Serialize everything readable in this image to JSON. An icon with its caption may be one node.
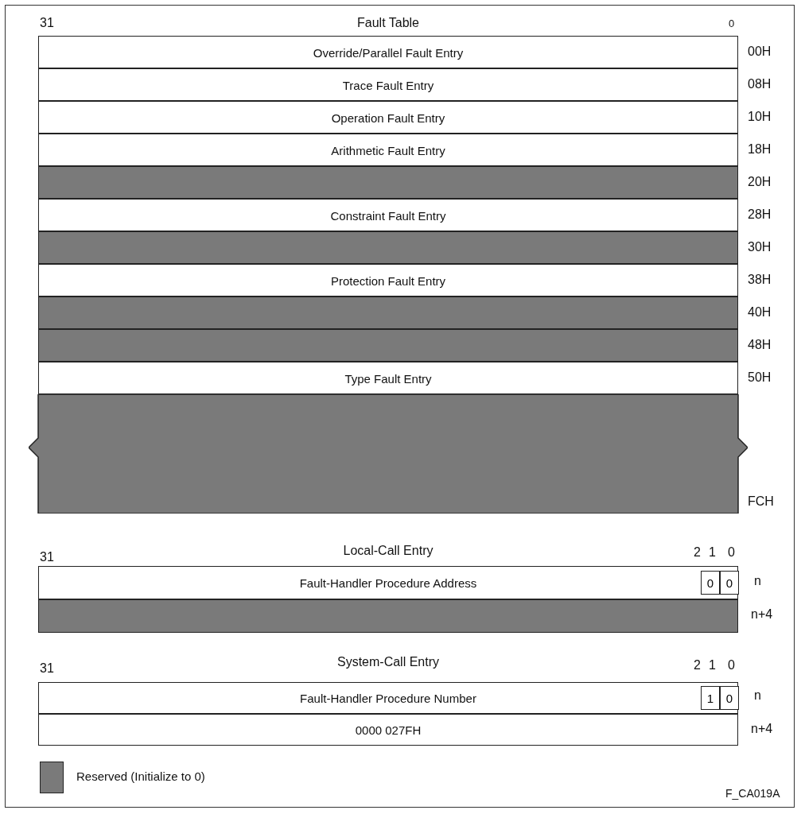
{
  "diagram": {
    "nodes": [
      {
        "text": [
          "Override/Parallel Fault Entry"
        ],
        "beside": [
          "00H"
        ]
      },
      {
        "text": [
          "Trace Fault Entry"
        ],
        "beside": [
          "08H"
        ]
      },
      {
        "text": [
          "Operation Fault Entry"
        ],
        "beside": [
          "10H"
        ]
      },
      {
        "text": [
          "Arithmetic Fault Entry"
        ],
        "beside": [
          "18H"
        ]
      },
      {
        "text": [],
        "shape": "box",
        "beside": [
          "20H"
        ]
      },
      {
        "text": [
          "Constraint Fault Entry"
        ],
        "beside": [
          "28H"
        ]
      },
      {
        "text": [],
        "shape": "box",
        "beside": [
          "30H"
        ]
      },
      {
        "text": [
          "Protection Fault Entry"
        ],
        "beside": [
          "38H"
        ]
      },
      {
        "text": [],
        "shape": "box",
        "beside": [
          "40H"
        ]
      },
      {
        "text": [],
        "shape": "box",
        "beside": [
          "48H"
        ]
      },
      {
        "text": [
          "Type Fault Entry"
        ],
        "beside": [
          "50H"
        ]
      },
      {
        "text": [],
        "shape": "box",
        "beside": [
          "FCH"
        ]
      },
      {
        "text": [
          "Fault-Handler Procedure Address"
        ],
        "beside": [
          "n"
        ]
      },
      {
        "text": [
          "0"
        ],
        "in": 12
      },
      {
        "text": [
          "0"
        ],
        "in": 12
      },
      {
        "text": [],
        "shape": "box",
        "beside": [
          "n+4"
        ]
      },
      {
        "text": [
          "Fault-Handler Procedure Number"
        ],
        "beside": [
          "n"
        ]
      },
      {
        "text": [
          "1"
        ],
        "in": 16
      },
      {
        "text": [
          "0"
        ],
        "in": 16
      },
      {
        "text": [
          "0000 027FH"
        ],
        "beside": [
          "n+4"
        ]
      }
    ],
    "labels": [
      "31",
      "Fault Table",
      "0",
      "31",
      "Local-Call Entry",
      "2",
      "1",
      "0",
      "31",
      "System-Call Entry",
      "2",
      "1",
      "0",
      "F_CA019A"
    ],
    "legend": [
      {
        "text": "Reserved (Initialize to 0)",
        "color": "#7a7a7a"
      }
    ]
  }
}
